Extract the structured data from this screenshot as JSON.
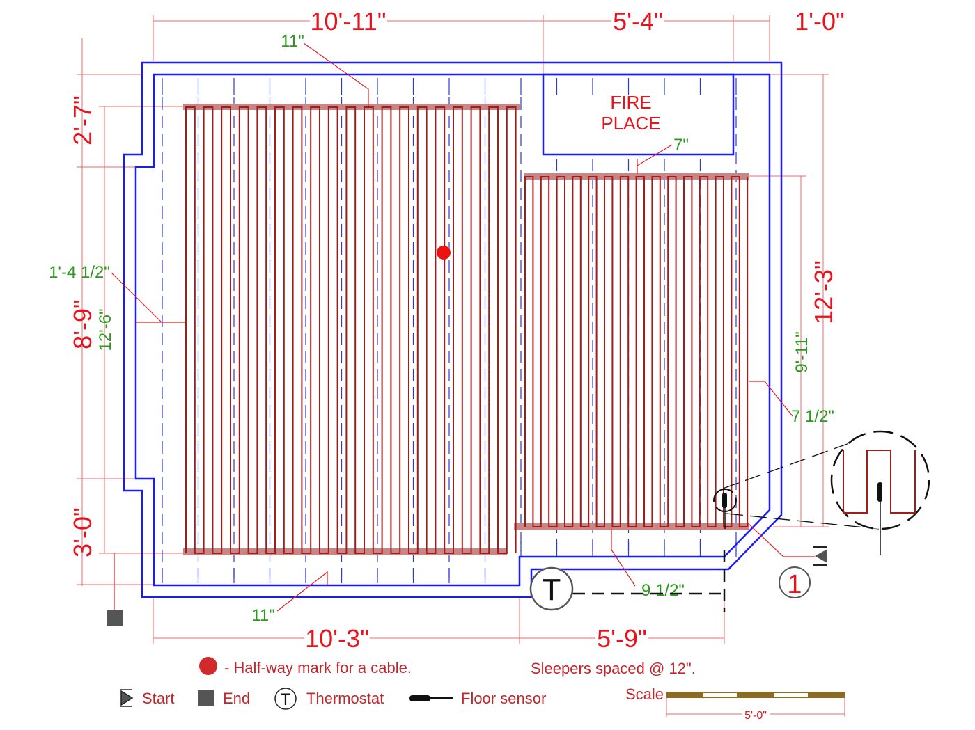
{
  "colors": {
    "wall": "#1a1aff",
    "cable": "#a31c1c",
    "shade": "#c98686",
    "dimension": "#e8121c",
    "note": "#2a9a1e",
    "sleeper": "#2a3ad6",
    "scale": "#8b6a24"
  },
  "dimensions": {
    "top": [
      "10'-11\"",
      "5'-4\"",
      "1'-0\""
    ],
    "bottom": [
      "10'-3\"",
      "5'-9\""
    ],
    "left": [
      "2'-7\"",
      "8'-9\"",
      "3'-0\""
    ],
    "right": "12'-3\""
  },
  "notes": {
    "top_spacing": "11\"",
    "fireplace_gap": "7\"",
    "left_offset": "1'-4 1/2\"",
    "left_length": "12'-6\"",
    "right_length": "9'-11\"",
    "right_offset": "7 1/2\"",
    "bottom_gap": "9 1/2\"",
    "bottom_spacing": "11\""
  },
  "fireplace": {
    "line1": "FIRE",
    "line2": "PLACE"
  },
  "markers": {
    "thermostat": "T",
    "zone_number": "1"
  },
  "legend": {
    "halfway": "- Half-way mark for a cable.",
    "sleepers": "Sleepers spaced @ 12\".",
    "start": "Start",
    "end": "End",
    "thermostat_symbol": "T",
    "thermostat": "Thermostat",
    "floor_sensor": "Floor sensor",
    "scale": "Scale",
    "scale_length": "5'-0\""
  }
}
